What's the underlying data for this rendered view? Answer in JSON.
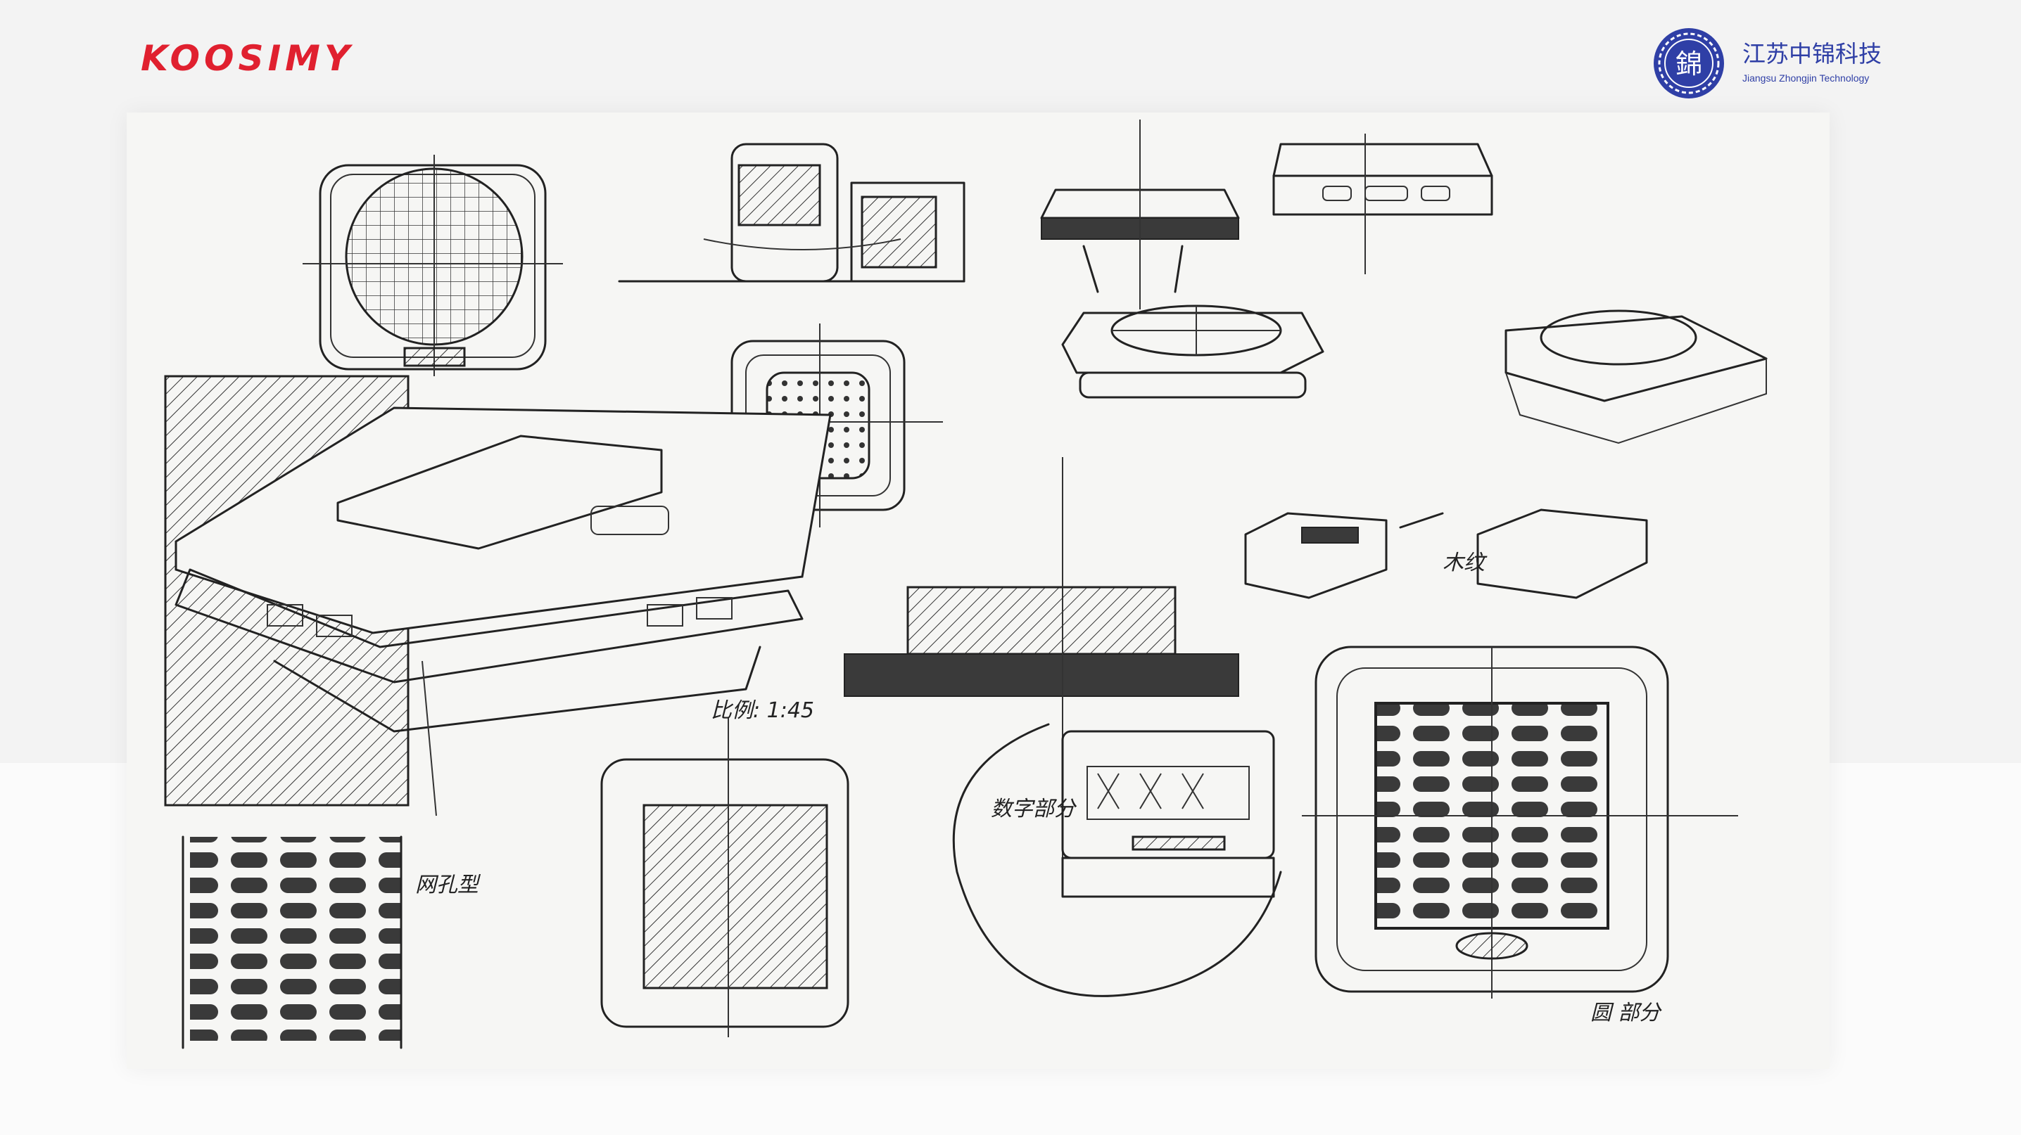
{
  "header": {
    "brand_logo_text": "KOOSIMY",
    "partner": {
      "seal_glyph": "錦",
      "name_cn": "江苏中锦科技",
      "name_en": "Jiangsu Zhongjin Technology",
      "brand_color": "#2f3fa6"
    },
    "brand_color": "#e0202f"
  },
  "sketch": {
    "notes": {
      "vent_type": "网孔型",
      "scale": "比例: 1:45",
      "display_section": "数字部分",
      "circle_part": "圆 部分",
      "material": "木纹"
    }
  }
}
